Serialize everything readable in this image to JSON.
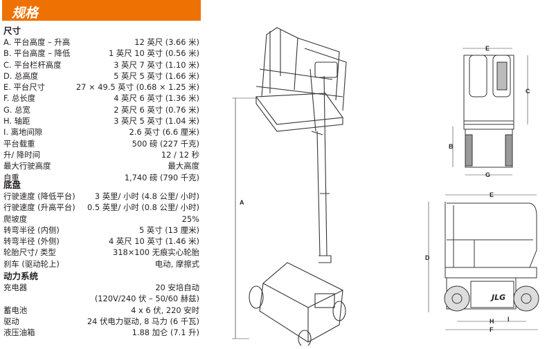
{
  "header": {
    "title": "规格"
  },
  "sections": [
    {
      "title": "尺寸",
      "rows": [
        {
          "label": "A. 平台高度 – 升高",
          "value": "12 英尺 (3.66 米)"
        },
        {
          "label": "B. 平台高度 – 降低",
          "value": "1 英尺 10 英寸 (0.56 米)"
        },
        {
          "label": "C. 平台栏杆高度",
          "value": "3 英尺 7 英寸 (1.10 米)"
        },
        {
          "label": "D. 总高度",
          "value": "5 英尺 5 英寸 (1.66 米)"
        },
        {
          "label": "E. 平台尺寸",
          "value": "27 × 49.5 英寸 (0.68 × 1.25 米)"
        },
        {
          "label": "F. 总长度",
          "value": "4 英尺 6 英寸 (1.36 米)"
        },
        {
          "label": "G. 总宽",
          "value": "2 英尺 6 英寸 (0.76 米)"
        },
        {
          "label": "H. 轴距",
          "value": "3 英尺 5 英寸 (1.04 米)"
        },
        {
          "label": "I. 离地间隙",
          "value": "2.6 英寸 (6.6 厘米)"
        },
        {
          "label": "平台载重",
          "value": "500 磅 (227 千克)"
        },
        {
          "label": "升/ 降时间",
          "value": "12 / 12 秒"
        },
        {
          "label": "最大行驶高度",
          "value": "最大高度"
        },
        {
          "label": "自重",
          "value": "1,740 磅 (790 千克)"
        }
      ]
    },
    {
      "title": "底盘",
      "rows": [
        {
          "label": "行驶速度 (降低平台)",
          "value": "3 英里/ 小时 (4.8 公里/ 小时)"
        },
        {
          "label": "行驶速度 (升高平台)",
          "value": "0.5 英里/ 小时 (0.8 公里/ 小时)"
        },
        {
          "label": "爬坡度",
          "value": "25%"
        },
        {
          "label": "转弯半径 (内侧)",
          "value": "5 英寸 (13 厘米)"
        },
        {
          "label": "转弯半径 (外侧)",
          "value": "4 英尺 10 英寸 (1.46 米)"
        },
        {
          "label": "轮胎尺寸/ 类型",
          "value": "318×100 无痕实心轮胎"
        },
        {
          "label": "刹车 (驱动轮上)",
          "value": "电动, 摩擦式"
        }
      ]
    },
    {
      "title": "动力系统",
      "rows": [
        {
          "label": "充电器",
          "value": "20 安培自动"
        },
        {
          "label": "",
          "value": "(120V/240 伏 – 50/60 赫兹)"
        },
        {
          "label": "蓄电池",
          "value": "4 x 6 伏, 220 安时"
        },
        {
          "label": "驱动",
          "value": "24 伏电力驱动, 8 马力 (6 千瓦)"
        },
        {
          "label": "液压油箱",
          "value": "1.88 加仑 (7.1 升)"
        }
      ]
    }
  ],
  "drawings": {
    "side": {
      "A": "A"
    },
    "front": {
      "E": "E",
      "C": "C",
      "B": "B",
      "G": "G"
    },
    "rear": {
      "E": "E",
      "D": "D",
      "H": "H",
      "I": "I",
      "F": "F",
      "logo": "JLG"
    }
  },
  "colors": {
    "accent": "#ee7203"
  }
}
